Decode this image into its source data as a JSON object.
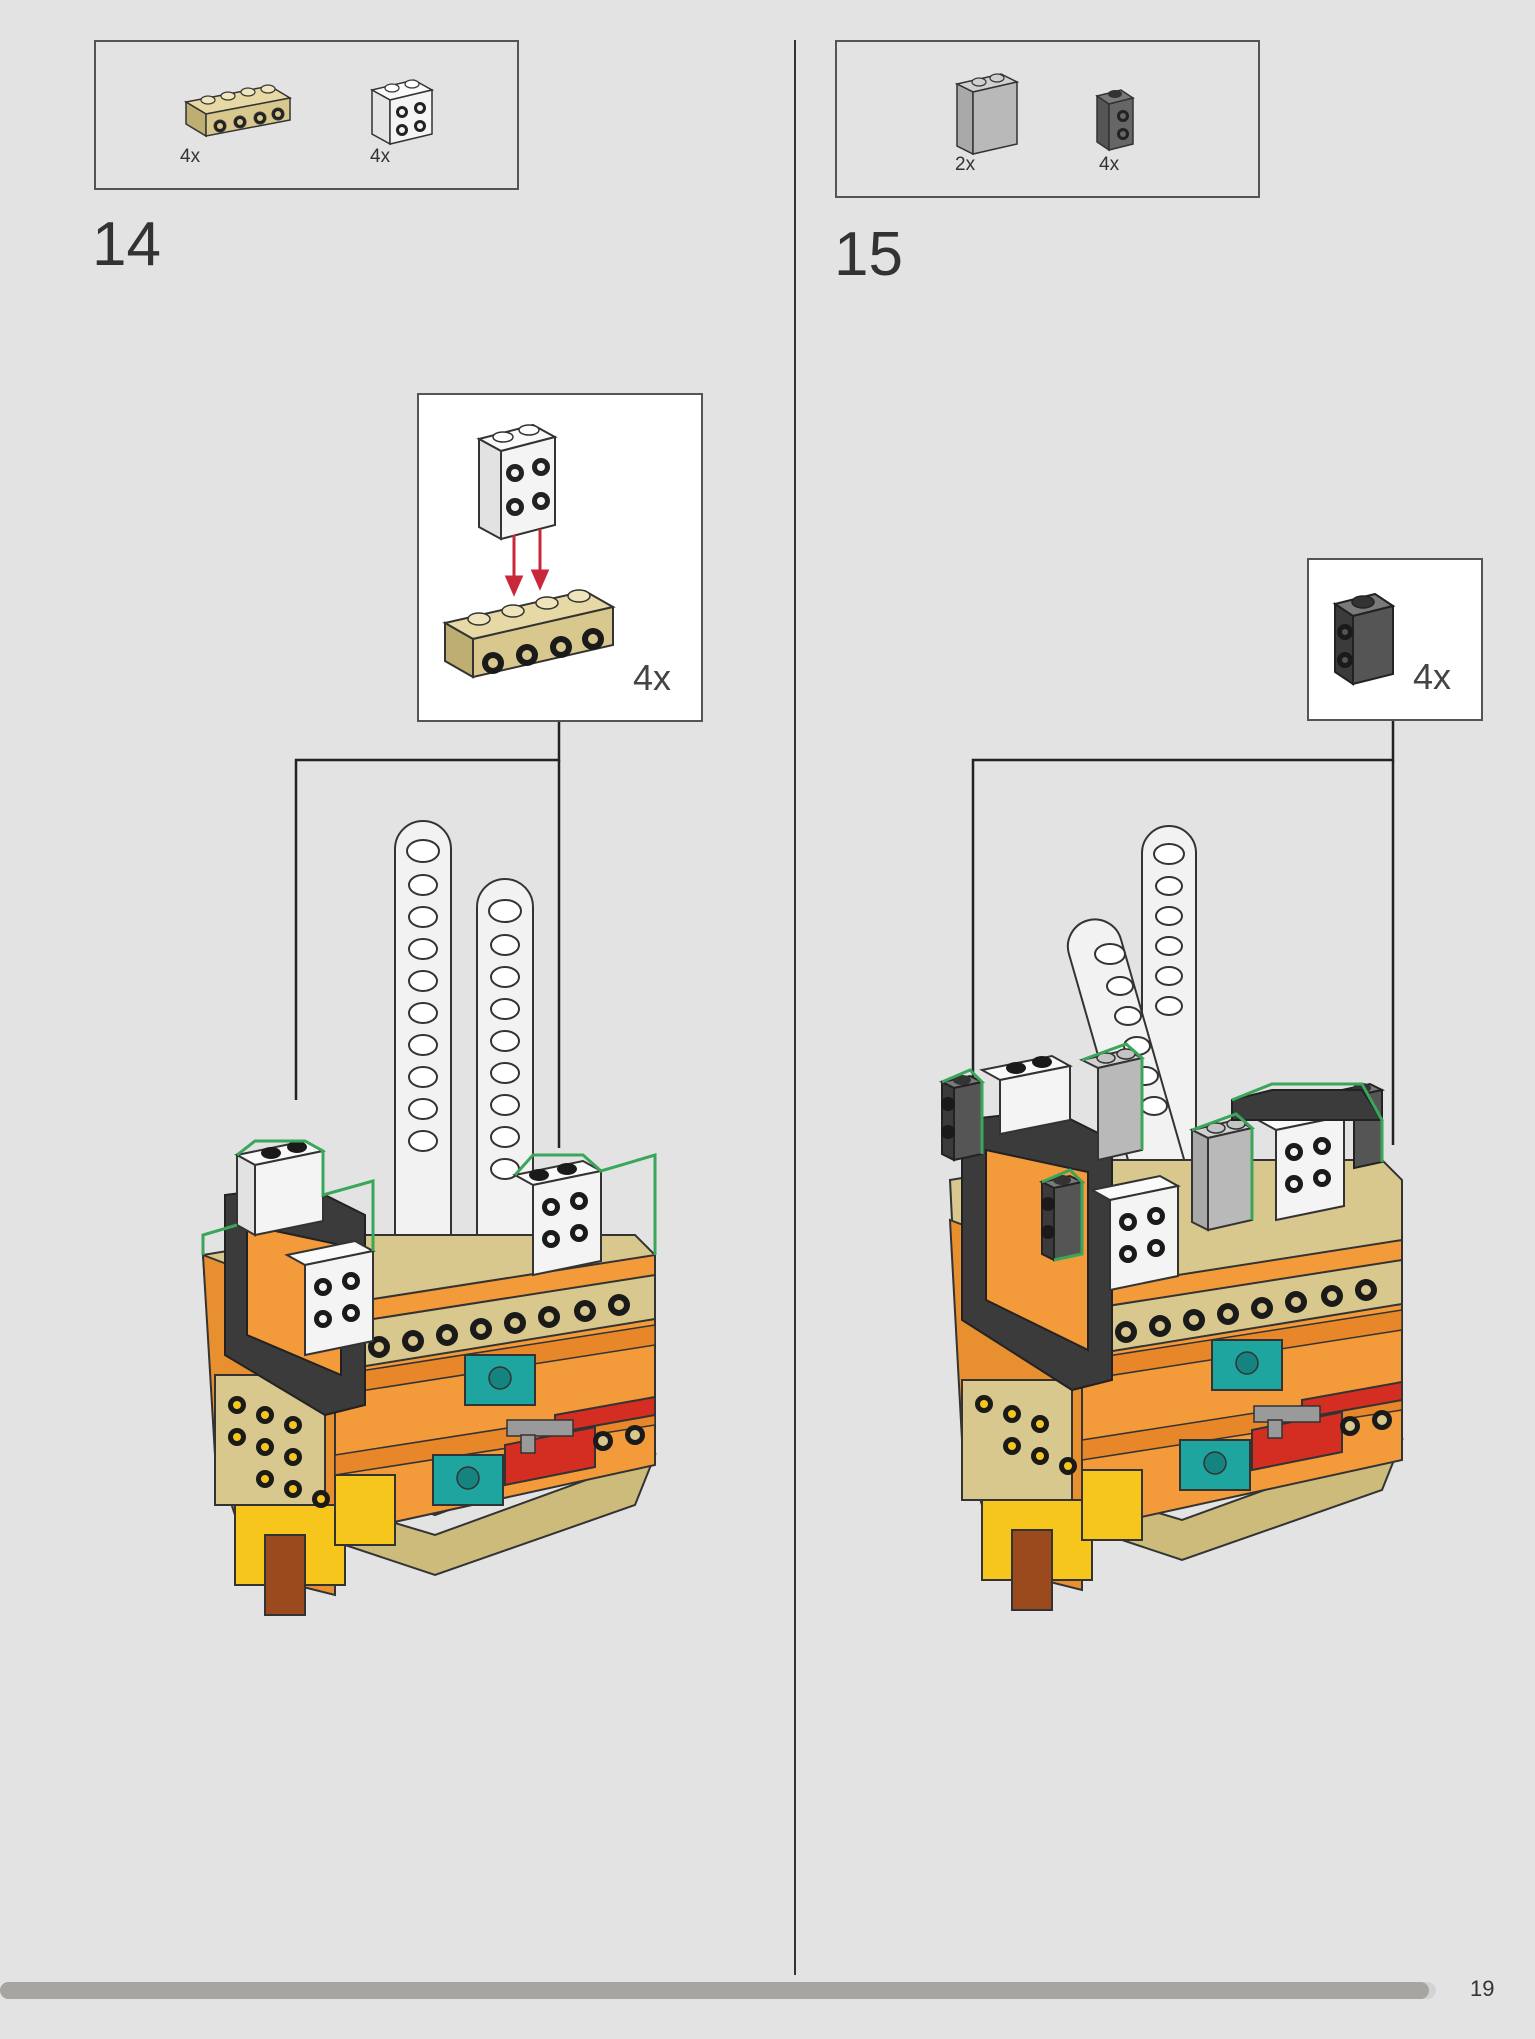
{
  "page": {
    "number": "19",
    "progress": 0.995
  },
  "steps": [
    {
      "number": "14",
      "parts": [
        {
          "name": "tan 1x4 brick with side studs",
          "qty": "4x",
          "color": "#d8c88e"
        },
        {
          "name": "white 2x2 brick with side studs",
          "qty": "4x",
          "color": "#f4f4f4"
        }
      ],
      "callout": {
        "qty": "4x"
      }
    },
    {
      "number": "15",
      "parts": [
        {
          "name": "light grey 1x2x2 brick",
          "qty": "2x",
          "color": "#b9b9b9"
        },
        {
          "name": "dark grey 1x1 brick with side studs",
          "qty": "4x",
          "color": "#666666"
        }
      ],
      "callout": {
        "qty": "4x"
      }
    }
  ],
  "colors": {
    "tan": "#d8c88e",
    "orange": "#f39a3a",
    "teal": "#1fa5a0",
    "red": "#d42d21",
    "yellow": "#f7c61c",
    "white": "#f4f4f4",
    "dark_grey": "#505050",
    "light_grey": "#b9b9b9",
    "highlight": "#3aa65a",
    "arrow_red": "#c8283a",
    "black": "#1a1a1a"
  }
}
